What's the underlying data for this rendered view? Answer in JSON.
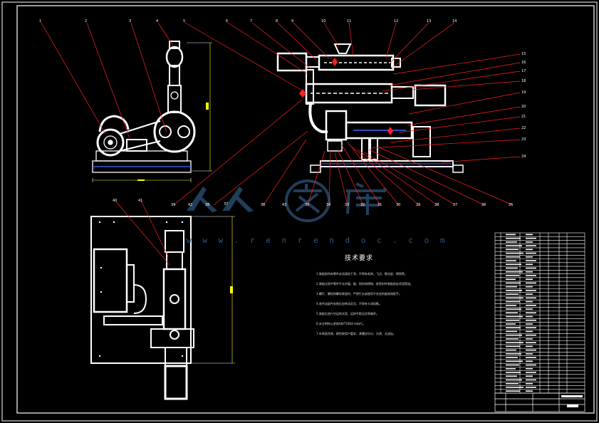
{
  "drawing": {
    "balloon_numbers": [
      "1",
      "2",
      "3",
      "4",
      "5",
      "6",
      "7",
      "8",
      "9",
      "10",
      "11",
      "12",
      "13",
      "14",
      "15",
      "16",
      "17",
      "18",
      "19",
      "20",
      "21",
      "22",
      "23",
      "24",
      "25",
      "26",
      "27",
      "28",
      "29",
      "30",
      "31",
      "32",
      "33",
      "34",
      "35",
      "36",
      "37",
      "38",
      "39",
      "40",
      "41",
      "42",
      "43"
    ],
    "technical_requirements_title": "技术要求",
    "technical_requirements": [
      "1.装配前所有零件必须清洗干净，不得有毛刺、飞边、氧化皮、锈蚀等。",
      "2.装配过程中零件不允许磕、碰、划伤和锈蚀，各密封件装配前必须浸透油。",
      "3.螺钉、螺栓和螺母紧固时，严禁打击或使用不合适的旋具和扳手。",
      "4.各传动部件安装后应转动灵活，不得有卡滞现象。",
      "5.装配后进行空运转试验，运转平稳无异常噪声。",
      "6.未注明的公差按GB/T1804-m执行。",
      "7.外表面涂漆，颜色按用户要求，漆膜应均匀、光滑、无流挂。"
    ],
    "watermark": {
      "brand": "人人文库",
      "url": "w w w . r e n r e n d o c . c o m"
    }
  }
}
